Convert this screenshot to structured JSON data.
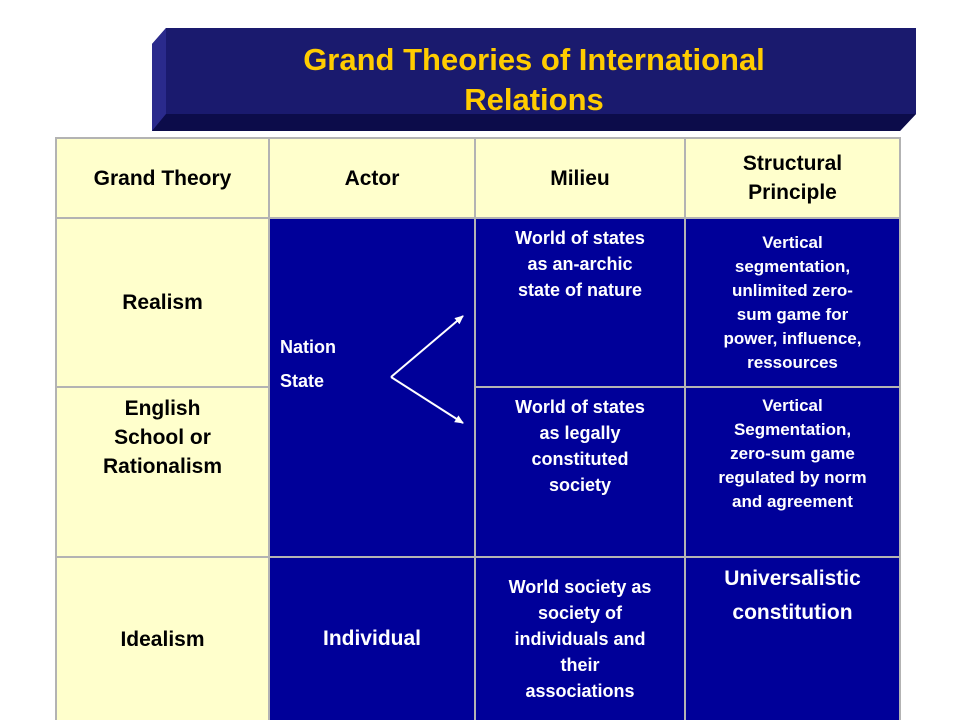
{
  "title": "Grand Theories of International\nRelations",
  "colors": {
    "banner": "#1a1a6e",
    "banner_text": "#ffcc00",
    "header_bg": "#ffffcc",
    "cell_blue": "#000099",
    "grid_lines": "#b3b3b3"
  },
  "table": {
    "headers": {
      "grand_theory": "Grand Theory",
      "actor": "Actor",
      "milieu": "Milieu",
      "structural_principle": "Structural\nPrinciple"
    },
    "rows": {
      "realism": {
        "theory": "Realism",
        "milieu": "World of states\nas an-archic\nstate of nature",
        "principle": "Vertical\nsegmentation,\nunlimited zero-\nsum game for\npower, influence,\nressources"
      },
      "english_school": {
        "theory": "English\nSchool or\nRationalism",
        "milieu": "World of states\nas legally\nconstituted\nsociety",
        "principle": "Vertical\nSegmentation,\nzero-sum game\nregulated by norm\nand agreement"
      },
      "idealism": {
        "theory": "Idealism",
        "actor": "Individual",
        "milieu": "World society as\nsociety of\nindividuals and\ntheir\nassociations",
        "principle": "Universalistic\nconstitution"
      }
    },
    "shared_actor": "Nation\nState"
  }
}
